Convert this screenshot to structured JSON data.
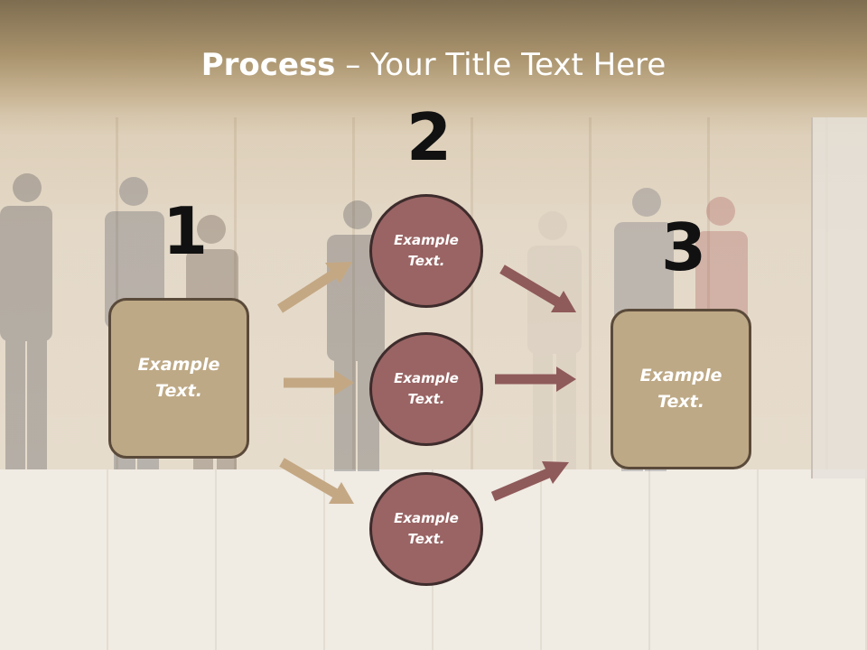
{
  "slide": {
    "title_bold": "Process",
    "title_rest": " – Your Title Text Here"
  },
  "steps": {
    "one": "1",
    "two": "2",
    "three": "3"
  },
  "nodes": {
    "left_box": "Example\nText.",
    "circle_top": "Example\nText.",
    "circle_middle": "Example\nText.",
    "circle_bottom": "Example\nText.",
    "right_box": "Example\nText."
  },
  "colors": {
    "box_fill": "#bea986",
    "circle_fill": "#9a6464",
    "tan_arrow": "#c4a884",
    "red_arrow": "#8f5a5a"
  }
}
